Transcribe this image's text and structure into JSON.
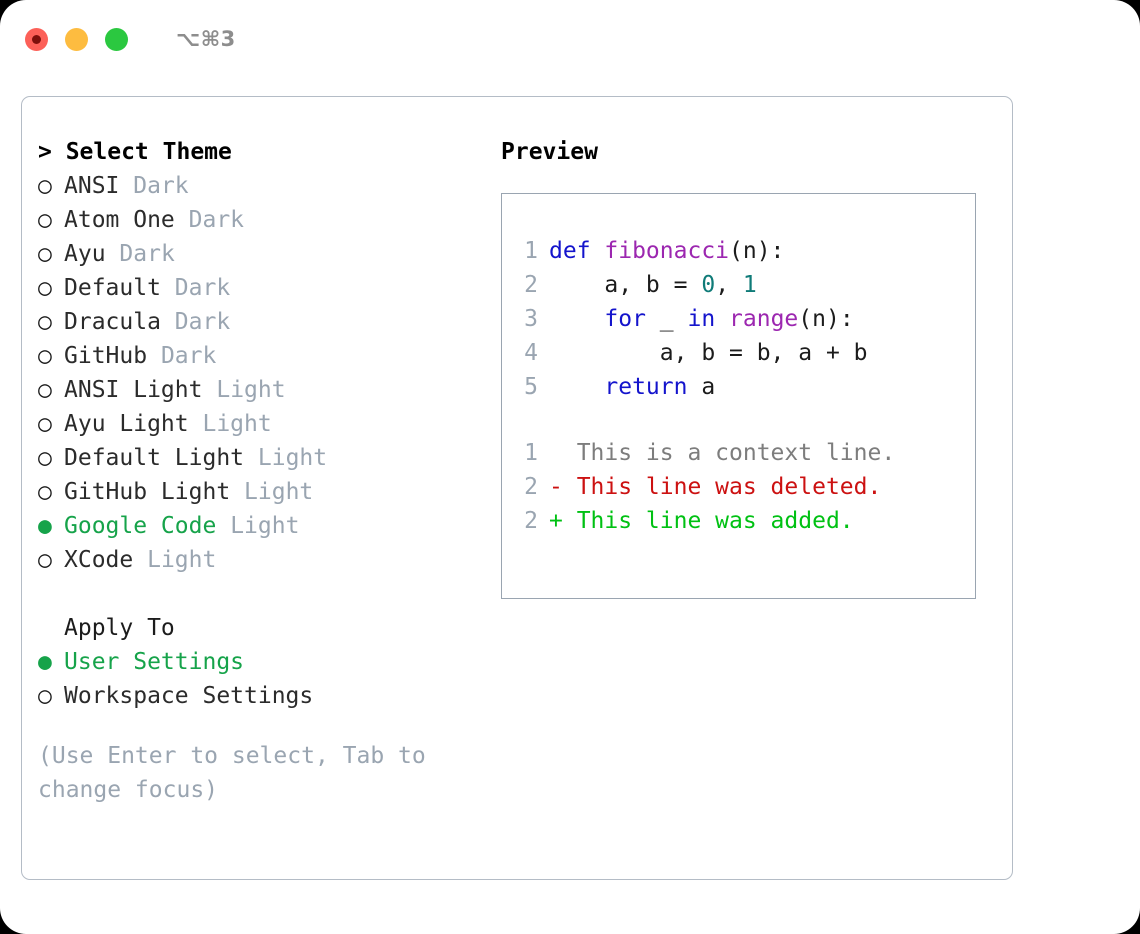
{
  "window": {
    "title": "⌥⌘3",
    "traffic_lights": [
      {
        "name": "close-button",
        "color": "#fc6058"
      },
      {
        "name": "minimize-button",
        "color": "#fdbc40"
      },
      {
        "name": "maximize-button",
        "color": "#2bc840"
      }
    ]
  },
  "theme_picker": {
    "heading": "> Select Theme",
    "selected_marker": "●",
    "unselected_marker": "○",
    "accent_color": "#16a34a",
    "muted_color": "#9aa5b1",
    "items": [
      {
        "label": "ANSI",
        "tag": "Dark",
        "selected": false
      },
      {
        "label": "Atom One",
        "tag": "Dark",
        "selected": false
      },
      {
        "label": "Ayu",
        "tag": "Dark",
        "selected": false
      },
      {
        "label": "Default",
        "tag": "Dark",
        "selected": false
      },
      {
        "label": "Dracula",
        "tag": "Dark",
        "selected": false
      },
      {
        "label": "GitHub",
        "tag": "Dark",
        "selected": false
      },
      {
        "label": "ANSI Light",
        "tag": "Light",
        "selected": false
      },
      {
        "label": "Ayu Light",
        "tag": "Light",
        "selected": false
      },
      {
        "label": "Default Light",
        "tag": "Light",
        "selected": false
      },
      {
        "label": "GitHub Light",
        "tag": "Light",
        "selected": false
      },
      {
        "label": "Google Code",
        "tag": "Light",
        "selected": true
      },
      {
        "label": "XCode",
        "tag": "Light",
        "selected": false
      }
    ]
  },
  "apply_to": {
    "heading": "Apply To",
    "items": [
      {
        "label": "User Settings",
        "selected": true
      },
      {
        "label": "Workspace Settings",
        "selected": false
      }
    ]
  },
  "hint": "(Use Enter to select, Tab to change focus)",
  "preview": {
    "title": "Preview",
    "code_lines": [
      {
        "number": "1",
        "tokens": [
          {
            "text": "def ",
            "style": "kw"
          },
          {
            "text": "fibonacci",
            "style": "fn"
          },
          {
            "text": "(n):",
            "style": "plain"
          }
        ]
      },
      {
        "number": "2",
        "tokens": [
          {
            "text": "    a, b = ",
            "style": "plain"
          },
          {
            "text": "0",
            "style": "num"
          },
          {
            "text": ", ",
            "style": "plain"
          },
          {
            "text": "1",
            "style": "num"
          }
        ]
      },
      {
        "number": "3",
        "tokens": [
          {
            "text": "    ",
            "style": "plain"
          },
          {
            "text": "for",
            "style": "kw"
          },
          {
            "text": " _ ",
            "style": "plain"
          },
          {
            "text": "in",
            "style": "kw"
          },
          {
            "text": " ",
            "style": "plain"
          },
          {
            "text": "range",
            "style": "fn"
          },
          {
            "text": "(n):",
            "style": "plain"
          }
        ]
      },
      {
        "number": "4",
        "tokens": [
          {
            "text": "        a, b = b, a + b",
            "style": "plain"
          }
        ]
      },
      {
        "number": "5",
        "tokens": [
          {
            "text": "    ",
            "style": "plain"
          },
          {
            "text": "return",
            "style": "kw"
          },
          {
            "text": " a",
            "style": "plain"
          }
        ]
      }
    ],
    "diff_lines": [
      {
        "number": "1",
        "sign": " ",
        "text": "This is a context line.",
        "style": "ctx"
      },
      {
        "number": "2",
        "sign": "-",
        "text": "This line was deleted.",
        "style": "del"
      },
      {
        "number": "2",
        "sign": "+",
        "text": "This line was added.",
        "style": "add"
      }
    ]
  }
}
